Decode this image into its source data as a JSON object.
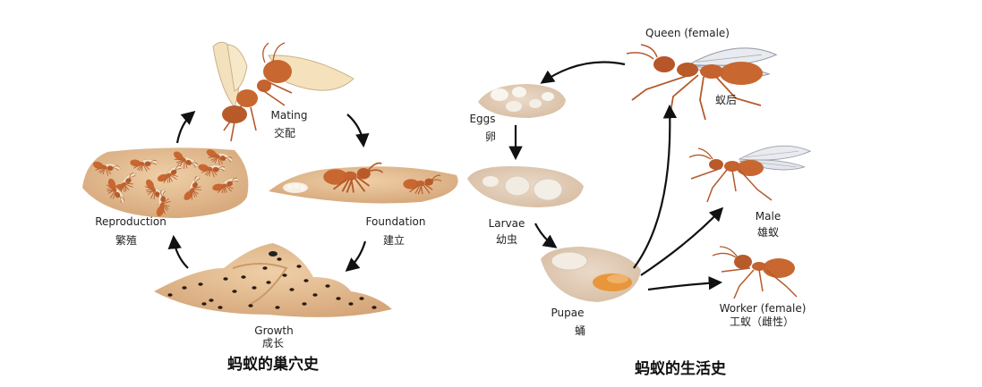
{
  "nest_history": {
    "title": "蚂蚁的巢穴史",
    "stages": [
      {
        "en": "Mating",
        "zh": "交配"
      },
      {
        "en": "Foundation",
        "zh": "建立"
      },
      {
        "en": "Growth",
        "zh": "成长"
      },
      {
        "en": "Reproduction",
        "zh": "繁殖"
      }
    ]
  },
  "life_history": {
    "title": "蚂蚁的生活史",
    "stages": [
      {
        "en": "Eggs",
        "zh": "卵"
      },
      {
        "en": "Larvae",
        "zh": "幼虫"
      },
      {
        "en": "Pupae",
        "zh": "蛹"
      }
    ],
    "castes": [
      {
        "en": "Queen (female)",
        "zh": "蚁后"
      },
      {
        "en": "Male",
        "zh": "雄蚁"
      },
      {
        "en": "Worker (female)",
        "zh": "工蚁（雌性）"
      }
    ]
  },
  "colors": {
    "ant_body": "#c8672f",
    "nest_sand": "#ddb48a",
    "egg_plate": "#e3cdb8",
    "arrow": "#111111"
  }
}
